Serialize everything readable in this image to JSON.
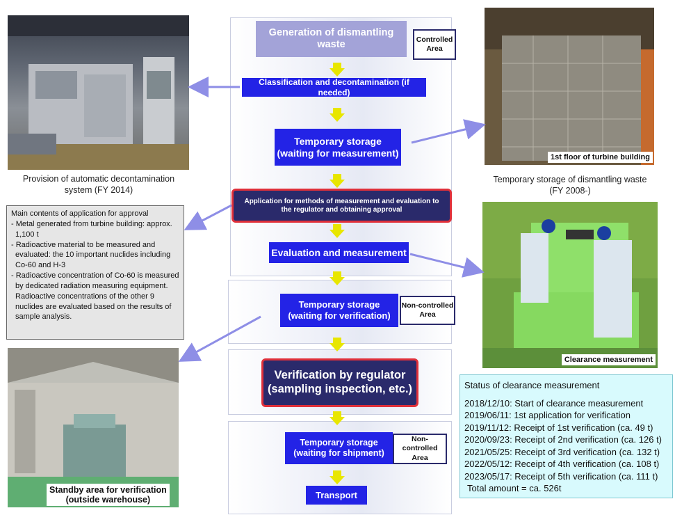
{
  "flow": {
    "step1": "Generation of dismantling waste",
    "controlled_area": "Controlled Area",
    "step2": "Classification and decontamination (if needed)",
    "step3_line1": "Temporary storage",
    "step3_line2": "(waiting for measurement)",
    "step4_line1": "Application for methods of measurement and evaluation to",
    "step4_line2": "the regulator and obtaining approval",
    "step5": "Evaluation and measurement",
    "step6_line1": "Temporary storage",
    "step6_line2": "(waiting for verification)",
    "non_controlled_1_line1": "Non-controlled",
    "non_controlled_1_line2": "Area",
    "step7_line1": "Verification by regulator",
    "step7_line2": "(sampling inspection, etc.)",
    "step8_line1": "Temporary storage",
    "step8_line2": "(waiting for shipment)",
    "non_controlled_2_line1": "Non-controlled",
    "non_controlled_2_line2": "Area",
    "step9": "Transport"
  },
  "photos": {
    "decon_caption_line1": "Provision of automatic decontamination",
    "decon_caption_line2": "system (FY 2014)",
    "turbine_label": "1st floor of turbine building",
    "turbine_caption_line1": "Temporary storage of dismantling waste",
    "turbine_caption_line2": "(FY 2008-)",
    "clearance_label": "Clearance measurement",
    "standby_label_line1": "Standby area for verification",
    "standby_label_line2": "(outside warehouse)"
  },
  "application_info": {
    "title": "Main contents of application for approval",
    "items": [
      "- Metal generated from turbine building: approx. 1,100 t",
      "- Radioactive material to be measured and evaluated: the 10 important nuclides including Co-60 and H-3",
      "- Radioactive concentration of Co-60 is measured by dedicated radiation measuring equipment. Radioactive concentrations of the other 9 nuclides are evaluated based on the results of sample analysis."
    ]
  },
  "status": {
    "title": "Status of clearance measurement",
    "entries": [
      "2018/12/10: Start of clearance measurement",
      "2019/06/11: 1st application for verification",
      "2019/11/12: Receipt of 1st verification (ca. 49 t)",
      "2020/09/23: Receipt of 2nd verification (ca. 126 t)",
      "2021/05/25: Receipt of 3rd verification (ca. 132 t)",
      "2022/05/12: Receipt of 4th verification (ca. 108 t)",
      "2023/05/17: Receipt of 5th verification (ca. 111 t)"
    ],
    "total": "Total amount = ca. 526t"
  },
  "colors": {
    "flow_blue": "#2323e6",
    "flow_lavender": "#a3a3d8",
    "flow_navy": "#2a2a6b",
    "arrow_yellow": "#e8e600",
    "pointer_arrow": "#8e8ee6",
    "status_bg": "#d8fafd"
  }
}
